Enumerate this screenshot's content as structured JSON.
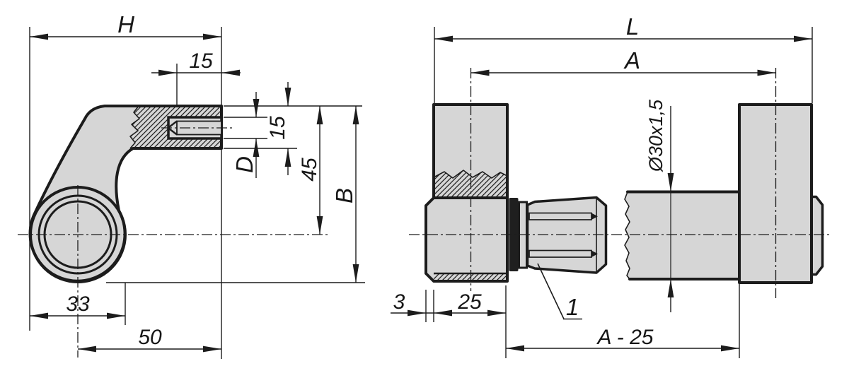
{
  "colors": {
    "background": "#ffffff",
    "line": "#1c1c1c",
    "part_fill": "#d6d6d6",
    "dark_fill": "#1f1f1f"
  },
  "left_view": {
    "dim_overall_width": "H",
    "dim_thread_depth": "15",
    "dim_thread_diameter": "D",
    "dim_arm_thickness": "15",
    "dim_center_height": "45",
    "dim_overall_height": "B",
    "dim_ring_diameter": "33",
    "dim_center_offset": "50"
  },
  "right_view": {
    "dim_overall_length": "L",
    "dim_center_distance": "A",
    "dim_tube_spec": "Ø30x1,5",
    "dim_hub_protrusion": "3",
    "dim_hub_depth": "25",
    "callout_item": "1",
    "dim_tube_length": "A - 25"
  }
}
